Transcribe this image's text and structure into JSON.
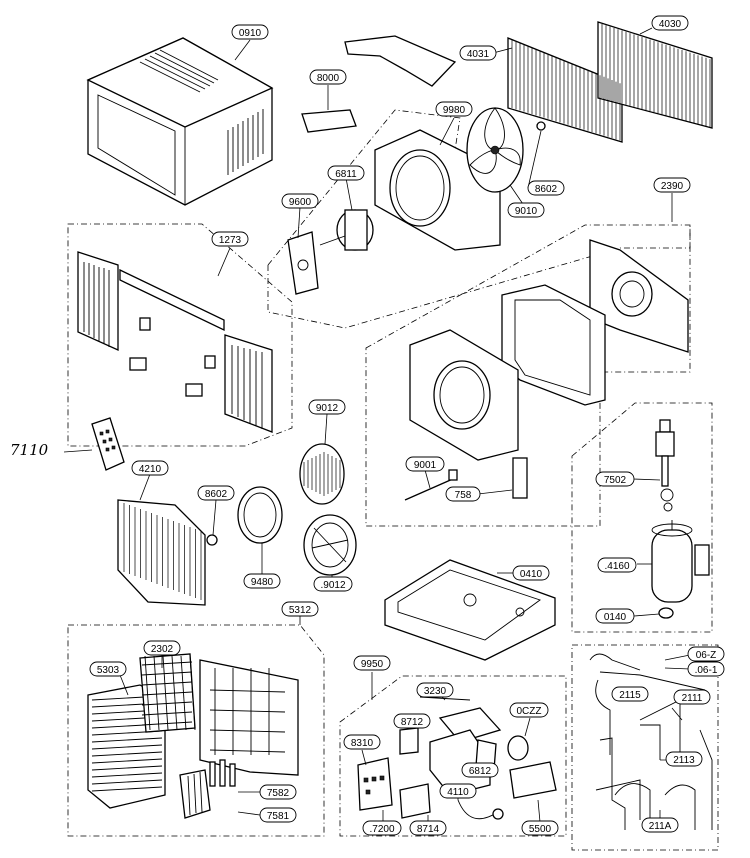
{
  "diagram": {
    "handwritten_note": "7110",
    "labels": {
      "l0910": "0910",
      "l8000": "8000",
      "l4031": "4031",
      "l4030": "4030",
      "l9980": "9980",
      "l6811": "6811",
      "l9600": "9600",
      "l8602a": "8602",
      "l9010": "9010",
      "l2390": "2390",
      "l1273": "1273",
      "l9012a": "9012",
      "l9001": "9001",
      "l758": "758",
      "l7502": "7502",
      "l4210": "4210",
      "l8602b": "8602",
      "l9480": "9480",
      "l9012b": ".9012",
      "l0410": "0410",
      "l4160": ".4160",
      "l0140": "0140",
      "l5312": "5312",
      "l2302": "2302",
      "l5303": "5303",
      "l9950": "9950",
      "l3230": "3230",
      "l8712": "8712",
      "l0CZZ": "0CZZ",
      "l8310": "8310",
      "l6812": "6812",
      "l4110": "4110",
      "l7200": ".7200",
      "l8714": "8714",
      "l5500": "5500",
      "l7582": "7582",
      "l7581": "7581",
      "l06Z": "06-Z",
      "l061": ".06-1",
      "l2115": "2115",
      "l2111": "2111",
      "l2113": "2113",
      "l211A": "211A"
    }
  }
}
